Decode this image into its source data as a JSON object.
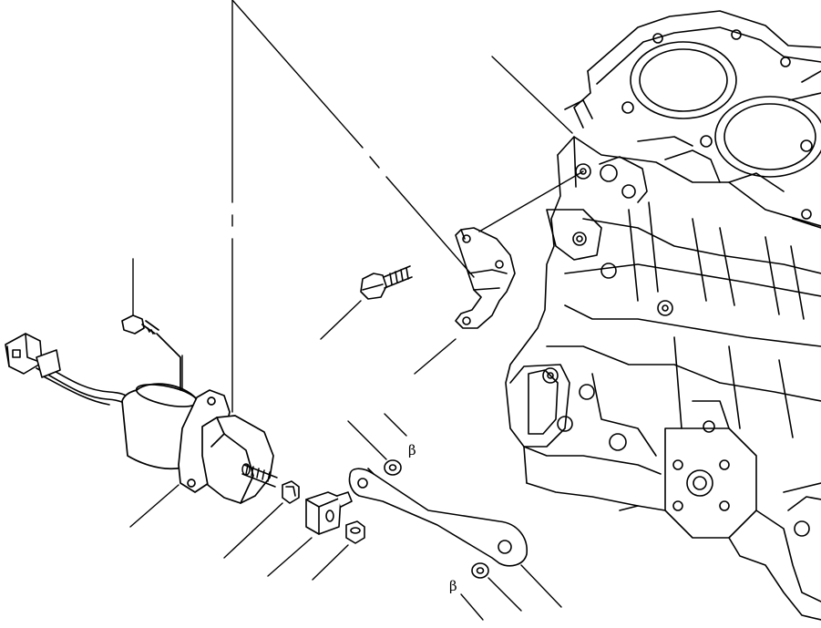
{
  "diagram": {
    "marks": [
      {
        "id": "washer-mark-top",
        "text": "β"
      },
      {
        "id": "washer-mark-bottom",
        "text": "β"
      }
    ],
    "parts": [
      "engine-block",
      "mounting-bracket",
      "bracket-bolt",
      "stop-solenoid",
      "wire-harness-connector",
      "solenoid-mounting-bolt",
      "solenoid-plunger-stud",
      "hex-nut",
      "linkage-block",
      "lock-nut",
      "link-lever",
      "plain-washer-top",
      "plain-washer-bottom"
    ]
  }
}
